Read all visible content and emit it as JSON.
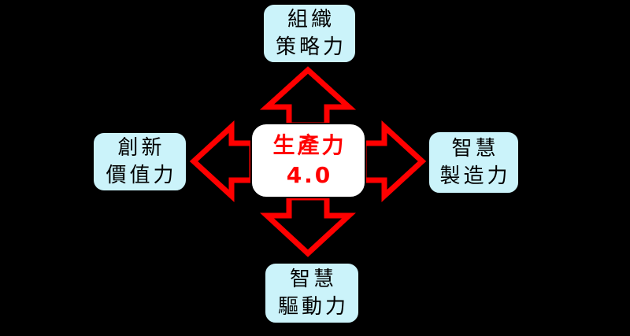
{
  "diagram": {
    "background_color": "#000000",
    "arrow_color": "#FF0000",
    "node_fill_color": "#CBF3FA",
    "center_fill_color": "#FFFFFF",
    "center_text_color": "#FF0000",
    "node_text_color": "#000000",
    "nodes": {
      "center": {
        "line1": "生產力",
        "line2": "4.0"
      },
      "top": {
        "line1": "組織",
        "line2": "策略力"
      },
      "left": {
        "line1": "創新",
        "line2": "價值力"
      },
      "right": {
        "line1": "智慧",
        "line2": "製造力"
      },
      "bottom": {
        "line1": "智慧",
        "line2": "驅動力"
      }
    }
  }
}
